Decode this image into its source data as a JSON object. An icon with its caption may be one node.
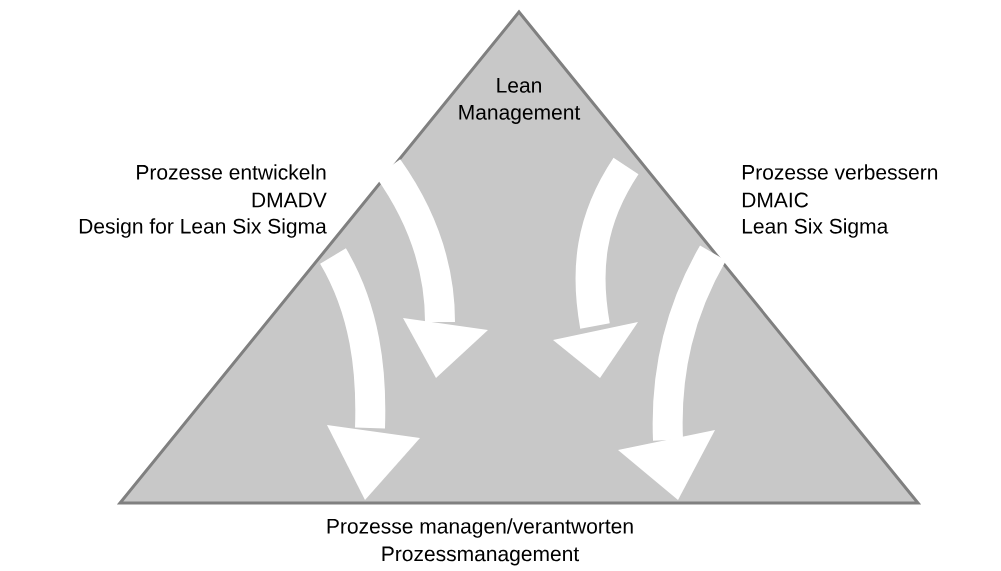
{
  "diagram": {
    "nodes": [
      {
        "text": [
          "Lean Management"
        ]
      }
    ],
    "labels": [
      "Prozesse entwickeln",
      "DMADV",
      "Design for Lean Six Sigma",
      "Prozesse verbessern",
      "DMAIC",
      "Lean Six Sigma",
      "Prozesse managen/verantworten",
      "Prozessmanagement"
    ]
  }
}
